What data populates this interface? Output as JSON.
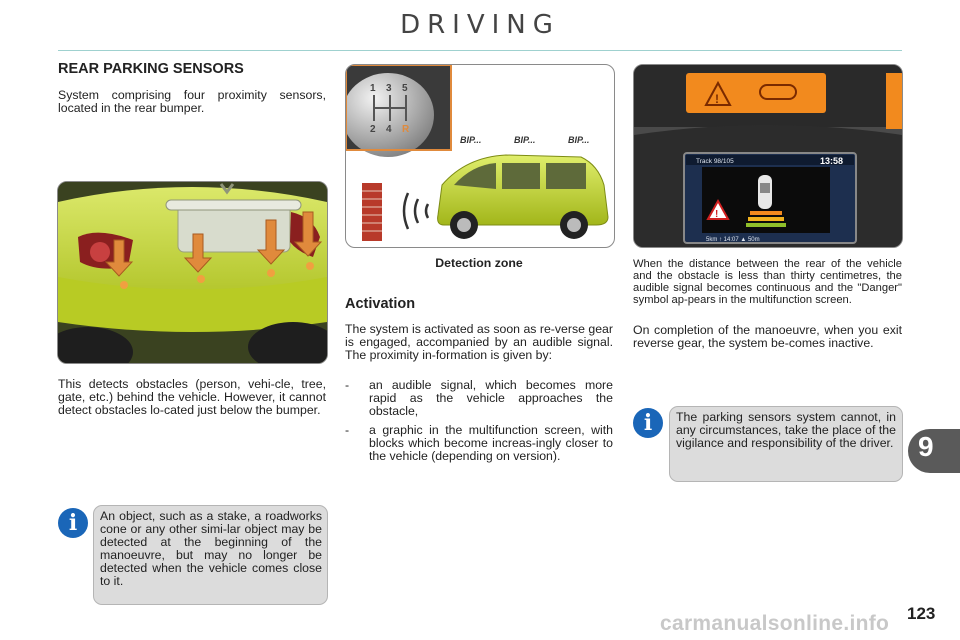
{
  "header": {
    "chapter_title": "DRIVING"
  },
  "section": {
    "title": "REAR PARKING SENSORS",
    "intro": "System comprising four proximity sensors, located in the rear bumper.",
    "detect_text": "This detects obstacles (person, vehi-cle, tree, gate, etc.) behind the vehicle. However, it cannot detect obstacles lo-cated just below the bumper."
  },
  "note_left": "An object, such as a stake, a roadworks cone or any other simi-lar object may be detected at the beginning of the manoeuvre, but may no longer be detected when the vehicle comes close to it.",
  "illustration": {
    "gear_labels": [
      "1",
      "3",
      "5",
      "2",
      "4",
      "R"
    ],
    "bip_labels": [
      "BIP...",
      "BIP...",
      "BIP..."
    ],
    "caption": "Detection zone"
  },
  "activation": {
    "heading": "Activation",
    "text": "The system is activated as soon as re-verse gear is engaged, accompanied by an audible signal. The proximity in-formation is given by:",
    "bullets": [
      "an audible signal, which becomes more rapid as the vehicle approaches the obstacle,",
      "a graphic in the multifunction screen, with blocks which become increas-ingly closer to the vehicle (depending on version)."
    ]
  },
  "screen": {
    "track_label": "Track 98/105",
    "clock": "13:58",
    "status_line": "5km  ↑ 14:07  ▲  50m"
  },
  "right_column": {
    "danger_text": "When the distance between the rear of the vehicle and the obstacle is less than thirty centimetres, the audible signal becomes continuous and the \"Danger\" symbol ap-pears in the multifunction screen.",
    "completion_text": "On completion of the manoeuvre, when you exit reverse gear, the system be-comes inactive."
  },
  "note_right": "The parking sensors system cannot, in any circumstances, take the place of the vigilance and responsibility of the driver.",
  "footer": {
    "chapter_number": "9",
    "page_number": "123",
    "watermark": "carmanualsonline.info"
  },
  "colors": {
    "accent_rule": "#9fd1cf",
    "info_icon": "#1a66b8",
    "car_body": "#c4d62d",
    "sensor_arrow": "#e08a3c",
    "chapter_tab": "#5a5a5a"
  },
  "icons": [
    "info-icon",
    "danger-triangle-icon",
    "parking-sensor-icon"
  ]
}
